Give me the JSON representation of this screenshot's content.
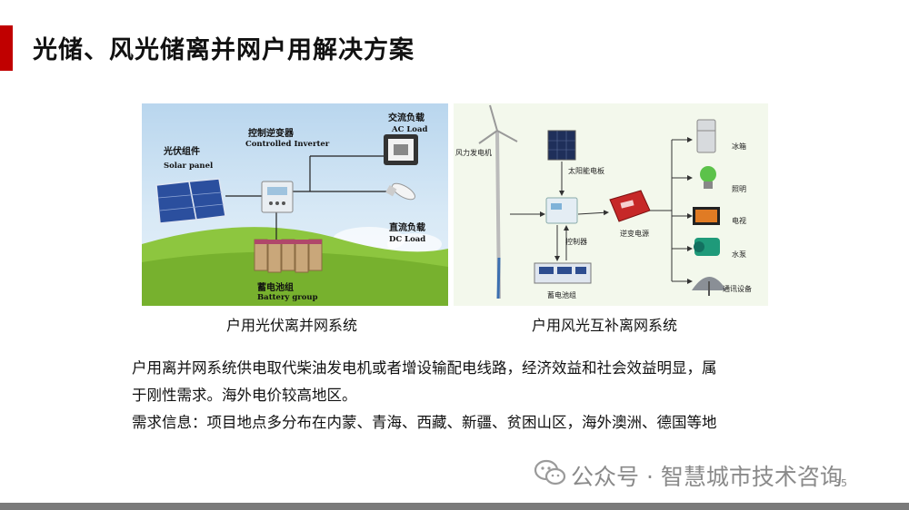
{
  "slide": {
    "title": "光储、风光储离并网户用解决方案",
    "accent_color": "#c00000",
    "page_number": "35"
  },
  "figures": {
    "left": {
      "caption": "户用光伏离并网系统",
      "labels": {
        "solar_cn": "光伏组件",
        "solar_en": "Solar panel",
        "inverter_cn": "控制逆变器",
        "inverter_en": "Controlled Inverter",
        "ac_cn": "交流负载",
        "ac_en": "AC Load",
        "dc_cn": "直流负载",
        "dc_en": "DC Load",
        "battery_cn": "蓄电池组",
        "battery_en": "Battery group"
      }
    },
    "right": {
      "caption": "户用风光互补离网系统",
      "labels": {
        "wind": "风力发电机",
        "solar": "太阳能电板",
        "controller": "控制器",
        "inverter": "逆变电源",
        "battery": "蓄电池组",
        "fridge": "冰箱",
        "lighting": "照明",
        "tv": "电视",
        "pump": "水泵",
        "comm": "通讯设备"
      }
    }
  },
  "body": {
    "line1": "户用离并网系统供电取代柴油发电机或者增设输配电线路，经济效益和社会效益明显，属",
    "line2": "于刚性需求。海外电价较高地区。",
    "line3": "需求信息：项目地点多分布在内蒙、青海、西藏、新疆、贫困山区，海外澳洲、德国等地"
  },
  "watermark": {
    "text": "公众号 · 智慧城市技术咨询",
    "icon": "wechat-icon"
  }
}
